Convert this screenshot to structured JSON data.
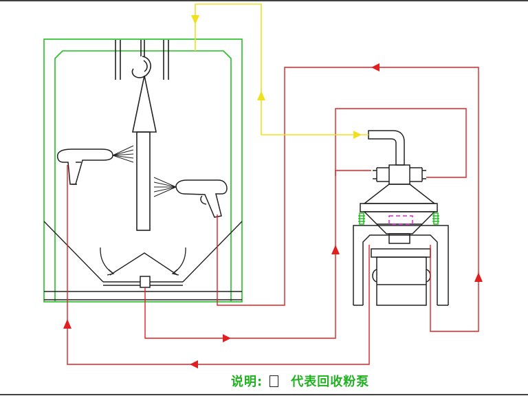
{
  "legend": {
    "label": "说明:",
    "symbol": "pump-box",
    "text": "代表回收粉泵"
  },
  "colors": {
    "equipment": "#202020",
    "booth": "#20c020",
    "powder_return": "#e02020",
    "air_supply": "#f0e020"
  }
}
